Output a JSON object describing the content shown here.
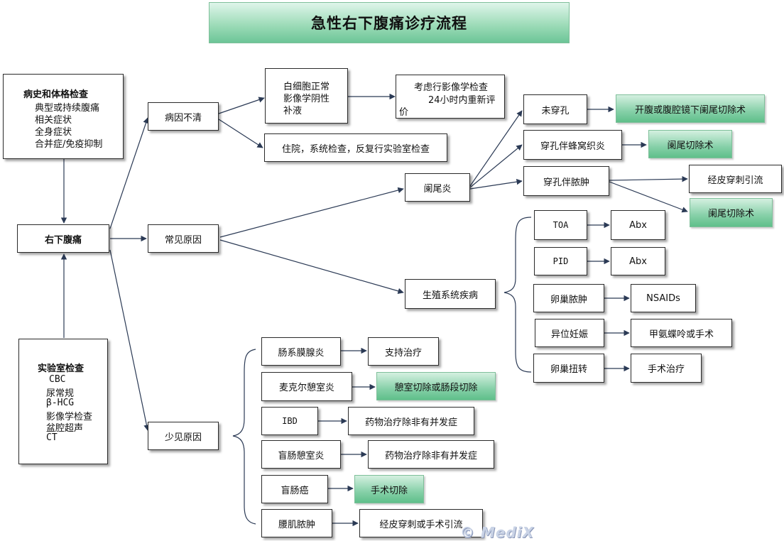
{
  "title": "急性右下腹痛诊疗流程",
  "history_box": {
    "heading": "病史和体格检查",
    "items": [
      "典型或持续腹痛",
      "相关症状",
      "全身症状",
      "合并症/免疫抑制"
    ]
  },
  "lab_box": {
    "heading": "实验室检查",
    "items": [
      "CBC",
      "尿常规",
      "β-HCG",
      "影像学检查",
      "盆腔超声",
      "CT"
    ]
  },
  "main_node": "右下腹痛",
  "branches": {
    "unclear": "病因不清",
    "common": "常见原因",
    "rare": "少见原因"
  },
  "unclear_path": {
    "wbc_lines": [
      "白细胞正常",
      "影像学阴性",
      "补液"
    ],
    "consider_lines": [
      "考虑行影像学检查",
      "24小时内重新评",
      "价"
    ],
    "admit": "住院，系统检查，反复行实验室检查"
  },
  "appendicitis": {
    "label": "阑尾炎",
    "no_perforation": "未穿孔",
    "no_perforation_tx": "开腹或腹腔镜下阑尾切除术",
    "perforation_phlegmon": "穿孔伴蜂窝织炎",
    "perforation_phlegmon_tx": "阑尾切除术",
    "perforation_abscess": "穿孔伴脓肿",
    "abscess_drain": "经皮穿刺引流",
    "abscess_appendectomy": "阑尾切除术"
  },
  "gyn": {
    "label": "生殖系统疾病",
    "rows": [
      {
        "cond": "TOA",
        "tx": "Abx"
      },
      {
        "cond": "PID",
        "tx": "Abx"
      },
      {
        "cond": "卵巢脓肿",
        "tx": "NSAIDs"
      },
      {
        "cond": "异位妊娠",
        "tx": "甲氨蝶呤或手术"
      },
      {
        "cond": "卵巢扭转",
        "tx": "手术治疗"
      }
    ]
  },
  "rare": {
    "rows": [
      {
        "cond": "肠系膜腺炎",
        "tx": "支持治疗"
      },
      {
        "cond": "麦克尔憩室炎",
        "tx": "憩室切除或肠段切除"
      },
      {
        "cond": "IBD",
        "tx": "药物治疗除非有并发症"
      },
      {
        "cond": "盲肠憩室炎",
        "tx": "药物治疗除非有并发症"
      },
      {
        "cond": "盲肠癌",
        "tx": "手术切除"
      },
      {
        "cond": "腰肌脓肿",
        "tx": "经皮穿刺或手术引流"
      }
    ]
  },
  "watermark": "© MediX",
  "colors": {
    "line": "#2b3a55",
    "green_top": "#d4f0e0",
    "green_bottom": "#5fbf8a",
    "border": "#2a2a2a"
  }
}
